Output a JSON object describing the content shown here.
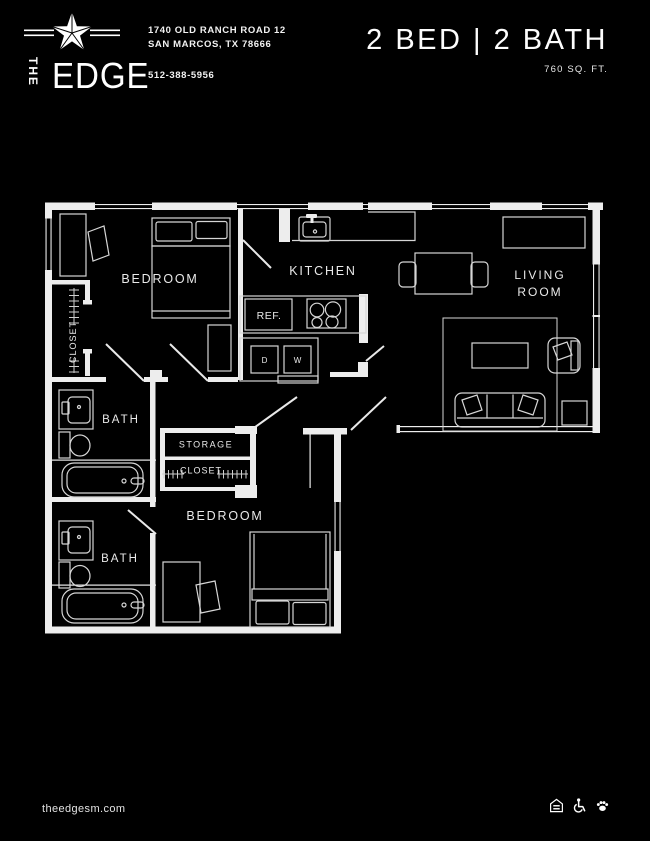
{
  "colors": {
    "background": "#000000",
    "line": "#ededed",
    "text": "#ffffff"
  },
  "header": {
    "logo": {
      "the": "THE",
      "edge": "EDGE",
      "star_icon": "texas-star-icon"
    },
    "address": {
      "line1": "1740 OLD RANCH ROAD 12",
      "line2": "SAN MARCOS, TX 78666",
      "phone": "512-388-5956"
    },
    "unit": {
      "title": "2 BED | 2 BATH",
      "area": "760 SQ. FT."
    }
  },
  "floorplan": {
    "labels": {
      "bedroom1": "BEDROOM",
      "closet1": "CLOSET",
      "kitchen": "KITCHEN",
      "ref": "REF.",
      "dryer": "D",
      "washer": "W",
      "living_line1": "LIVING",
      "living_line2": "ROOM",
      "bath1": "BATH",
      "storage": "STORAGE",
      "closet2": "CLOSET",
      "bedroom2": "BEDROOM",
      "bath2": "BATH"
    }
  },
  "footer": {
    "website": "theedgesm.com",
    "icons": [
      "equal-housing-icon",
      "wheelchair-accessible-icon",
      "pet-friendly-icon"
    ]
  }
}
